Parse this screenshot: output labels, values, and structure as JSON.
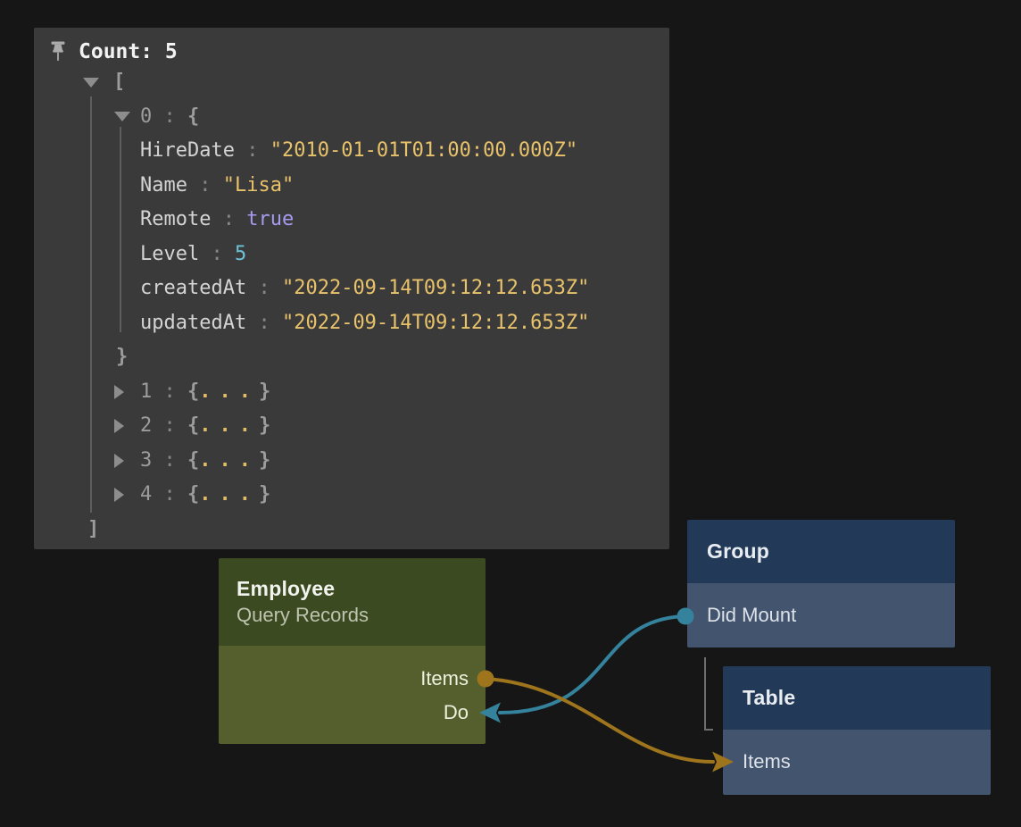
{
  "inspector": {
    "title": "Count: 5",
    "icons": {
      "pin": "pushpin-icon"
    },
    "syntax_colors": {
      "key": "#d4d4d4",
      "idx": "#9c9c9c",
      "sep": "#878787",
      "blk": "#9c9c9c",
      "str": "#e9c36b",
      "bool": "#a69bee",
      "num": "#6fc3d6",
      "dots": "#e0bc67"
    },
    "rows": [
      {
        "level": "array-open",
        "arrow": "down",
        "segs": [
          {
            "t": "[",
            "c": "blk"
          }
        ]
      },
      {
        "level": "item",
        "arrow": "down",
        "segs": [
          {
            "t": "0",
            "c": "idx"
          },
          {
            "t": " : ",
            "c": "sep"
          },
          {
            "t": "{",
            "c": "blk"
          }
        ]
      },
      {
        "level": "field",
        "segs": [
          {
            "t": "HireDate",
            "c": "key"
          },
          {
            "t": " : ",
            "c": "sep"
          },
          {
            "t": "\"2010-01-01T01:00:00.000Z\"",
            "c": "str"
          }
        ]
      },
      {
        "level": "field",
        "segs": [
          {
            "t": "Name",
            "c": "key"
          },
          {
            "t": " : ",
            "c": "sep"
          },
          {
            "t": "\"Lisa\"",
            "c": "str"
          }
        ]
      },
      {
        "level": "field",
        "segs": [
          {
            "t": "Remote",
            "c": "key"
          },
          {
            "t": " : ",
            "c": "sep"
          },
          {
            "t": "true",
            "c": "bool"
          }
        ]
      },
      {
        "level": "field",
        "segs": [
          {
            "t": "Level",
            "c": "key"
          },
          {
            "t": " : ",
            "c": "sep"
          },
          {
            "t": "5",
            "c": "num"
          }
        ]
      },
      {
        "level": "field",
        "segs": [
          {
            "t": "createdAt",
            "c": "key"
          },
          {
            "t": " : ",
            "c": "sep"
          },
          {
            "t": "\"2022-09-14T09:12:12.653Z\"",
            "c": "str"
          }
        ]
      },
      {
        "level": "field",
        "segs": [
          {
            "t": "updatedAt",
            "c": "key"
          },
          {
            "t": " : ",
            "c": "sep"
          },
          {
            "t": "\"2022-09-14T09:12:12.653Z\"",
            "c": "str"
          }
        ]
      },
      {
        "level": "close-obj",
        "segs": [
          {
            "t": "}",
            "c": "blk"
          }
        ]
      },
      {
        "level": "item",
        "arrow": "right",
        "segs": [
          {
            "t": "1",
            "c": "idx"
          },
          {
            "t": " : ",
            "c": "sep"
          },
          {
            "t": "{",
            "c": "blk"
          },
          {
            "t": "...",
            "c": "dots"
          },
          {
            "t": "}",
            "c": "blk"
          }
        ]
      },
      {
        "level": "item",
        "arrow": "right",
        "segs": [
          {
            "t": "2",
            "c": "idx"
          },
          {
            "t": " : ",
            "c": "sep"
          },
          {
            "t": "{",
            "c": "blk"
          },
          {
            "t": "...",
            "c": "dots"
          },
          {
            "t": "}",
            "c": "blk"
          }
        ]
      },
      {
        "level": "item",
        "arrow": "right",
        "segs": [
          {
            "t": "3",
            "c": "idx"
          },
          {
            "t": " : ",
            "c": "sep"
          },
          {
            "t": "{",
            "c": "blk"
          },
          {
            "t": "...",
            "c": "dots"
          },
          {
            "t": "}",
            "c": "blk"
          }
        ]
      },
      {
        "level": "item",
        "arrow": "right",
        "segs": [
          {
            "t": "4",
            "c": "idx"
          },
          {
            "t": " : ",
            "c": "sep"
          },
          {
            "t": "{",
            "c": "blk"
          },
          {
            "t": "...",
            "c": "dots"
          },
          {
            "t": "}",
            "c": "blk"
          }
        ]
      },
      {
        "level": "close-array",
        "segs": [
          {
            "t": "]",
            "c": "blk"
          }
        ]
      }
    ]
  },
  "nodes": {
    "employee": {
      "title": "Employee",
      "subtitle": "Query Records",
      "header_color": "#3c4a21",
      "body_color": "#545f2d",
      "ports": [
        {
          "label": "Items",
          "type": "output",
          "marker": "dot"
        },
        {
          "label": "Do",
          "type": "input",
          "marker": "arrow"
        }
      ]
    },
    "group": {
      "title": "Group",
      "header_color": "#223a58",
      "body_color": "#42546e",
      "ports": [
        {
          "label": "Did Mount",
          "type": "output",
          "marker": "dot"
        }
      ]
    },
    "table": {
      "title": "Table",
      "header_color": "#223a58",
      "body_color": "#42546e",
      "ports": [
        {
          "label": "Items",
          "type": "input",
          "marker": "arrow"
        }
      ]
    }
  },
  "connections": [
    {
      "from": "Group.Did Mount",
      "to": "Employee.Do",
      "color": "#35829c"
    },
    {
      "from": "Employee.Items",
      "to": "Table.Items",
      "color": "#9e741c"
    }
  ]
}
